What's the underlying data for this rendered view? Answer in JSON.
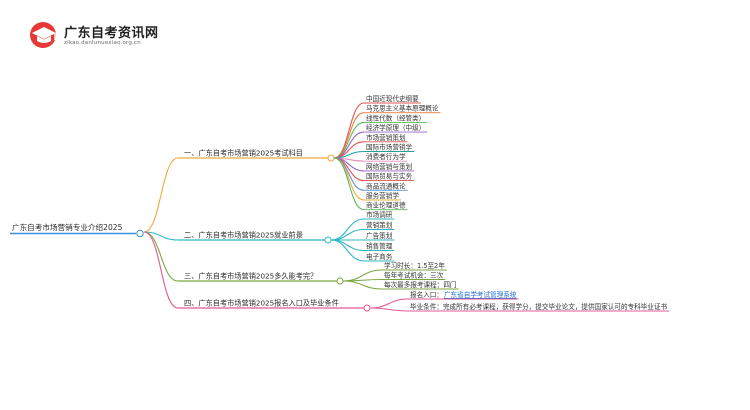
{
  "site": {
    "title": "广东自考资讯网",
    "url": "zikao.danlunuexiao.org.cn"
  },
  "root": {
    "label": "广东自考市场营销专业介绍2025"
  },
  "branches": [
    {
      "label": "一、广东自考市场营销2025考试科目",
      "color": "#f2a93b",
      "items": [
        {
          "text": "中国近现代史纲要",
          "color": "#e2534e"
        },
        {
          "text": "马克思主义基本原理概论",
          "color": "#ec7e3a"
        },
        {
          "text": "线性代数（经管类）",
          "color": "#5cb85c"
        },
        {
          "text": "经济学原理（中级）",
          "color": "#9c5fc9"
        },
        {
          "text": "市场营销策划",
          "color": "#e2534e"
        },
        {
          "text": "国际市场营销学",
          "color": "#1fa3a0"
        },
        {
          "text": "消费者行为学",
          "color": "#e28fbd"
        },
        {
          "text": "网络营销与策划",
          "color": "#9c5fc9"
        },
        {
          "text": "国际贸易与实务",
          "color": "#e2534e"
        },
        {
          "text": "商品流通概论",
          "color": "#5b8fd6"
        },
        {
          "text": "服务营销学",
          "color": "#f2a93b"
        },
        {
          "text": "商业伦理道德",
          "color": "#5cb85c"
        }
      ]
    },
    {
      "label": "二、广东自考市场营销2025就业前景",
      "color": "#2fb8c6",
      "items": [
        {
          "text": "市场调研",
          "color": "#2fb8c6"
        },
        {
          "text": "营销策划",
          "color": "#2fb8c6"
        },
        {
          "text": "广告策划",
          "color": "#2fb8c6"
        },
        {
          "text": "销售管理",
          "color": "#2fb8c6"
        },
        {
          "text": "电子商务",
          "color": "#2fb8c6"
        }
      ]
    },
    {
      "label": "三、广东自考市场营销2025多久能考完？",
      "color": "#7aa640",
      "items": [
        {
          "text": "学习时长：1.5至2年",
          "color": "#7aa640"
        },
        {
          "text": "每年考试机会：三次",
          "color": "#7aa640"
        },
        {
          "text": "每次最多报考课程：四门",
          "color": "#7aa640"
        }
      ]
    },
    {
      "label": "四、广东自考市场营销2025报名入口及毕业条件",
      "color": "#e05a92",
      "items": [
        {
          "text": "报名入口：",
          "link": "广东省自学考试管理系统",
          "color": "#e05a92"
        },
        {
          "text": "毕业条件：完成所有必考课程，获得学分，提交毕业论文，提供国家认可的专科毕业证书",
          "color": "#e05a92"
        }
      ]
    }
  ]
}
